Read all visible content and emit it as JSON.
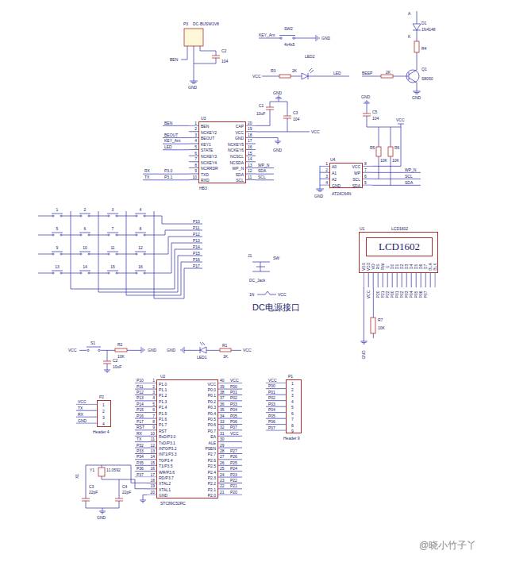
{
  "diagram": {
    "nodes": [
      {
        "text": [
          "U3",
          "BEN",
          "NCKEY2",
          "BEOUT",
          "KEY1",
          "STATE",
          "NCKEY3",
          "NCKEY4",
          "NCRRDR",
          "TXD",
          "RXD",
          "CAP",
          "VCC",
          "GND",
          "NCKEY5",
          "NCKEY6",
          "NCSCL",
          "NCSDA",
          "WP_N",
          "SDA",
          "SCL",
          "HB3"
        ]
      },
      {
        "text": [
          "U4",
          "A0",
          "A1",
          "A2",
          "GND",
          "VCC",
          "WP",
          "SCL",
          "SDA",
          "AT24C64N"
        ]
      },
      {
        "text": [
          "U1",
          "LCD1602"
        ]
      },
      {
        "text": [
          "LCD1602"
        ],
        "in": 2
      },
      {
        "text": [
          "U2",
          "P1.0",
          "P1.1",
          "P1.2",
          "P1.3",
          "P1.4",
          "P1.5",
          "P1.6",
          "P1.7",
          "RST",
          "RxD/P3.0",
          "TxD/P3.1",
          "INT0/P3.2",
          "INT1/P3.3",
          "T0/P3.4",
          "T1/P3.5",
          "WR/P3.6",
          "RD/P3.7",
          "XTAL2",
          "XTAL1",
          "GND",
          "VCC",
          "P0.0",
          "P0.1",
          "P0.2",
          "P0.3",
          "P0.4",
          "P0.5",
          "P0.6",
          "P0.7",
          "EA",
          "ALE",
          "PSEN",
          "P2.7",
          "P2.6",
          "P2.5",
          "P2.4",
          "P2.3",
          "P2.2",
          "P2.1",
          "P2.0",
          "STC89C52RC"
        ]
      },
      {
        "text": [
          "P1",
          "1",
          "2",
          "3",
          "4",
          "5",
          "6",
          "7",
          "8",
          "9",
          "Header 9"
        ]
      },
      {
        "text": [
          "P2",
          "1",
          "2",
          "3",
          "4",
          "Header 4"
        ]
      }
    ],
    "labels": [
      "P3",
      "DC-BUSW1V8",
      "BEN",
      "C2",
      "104",
      "GND",
      "KEY_Ant",
      "SW2",
      "4x4x5",
      "GND",
      "VCC",
      "R3",
      "2K",
      "LED2",
      "LED",
      "A",
      "D1",
      "1N4148",
      "K",
      "R4",
      "BEEP",
      "2K",
      "Q1",
      "S8050",
      "GND",
      "BEN",
      "BEOUT",
      "KEY_Ant",
      "LED",
      "RX",
      "P3.0",
      "TX",
      "P3.1",
      "1",
      "2",
      "3",
      "4",
      "5",
      "6",
      "7",
      "8",
      "9",
      "10",
      "20",
      "19",
      "18",
      "17",
      "16",
      "15",
      "14",
      "13",
      "12",
      "11",
      "GND",
      "C1",
      "10uF",
      "C3",
      "104",
      "VCC",
      "GND",
      "WP_N",
      "SDA",
      "SCL",
      "1",
      "2",
      "3",
      "4",
      "8",
      "7",
      "6",
      "5",
      "GND",
      "GND",
      "C5",
      "104",
      "VCC",
      "R5",
      "10K",
      "R6",
      "10K",
      "WP_N",
      "SCL",
      "SDA",
      "1",
      "2",
      "3",
      "4",
      "5",
      "6",
      "7",
      "8",
      "9",
      "10",
      "11",
      "12",
      "13",
      "14",
      "15",
      "16",
      "P10",
      "P11",
      "P12",
      "P13",
      "P14",
      "P15",
      "P16",
      "P17",
      "J1",
      "SW",
      "DC_Jack",
      "1N",
      "VCC",
      "DC电源接口",
      "VSS",
      "VDD",
      "VO",
      "RS",
      "RW",
      "E",
      "D0",
      "D1",
      "D2",
      "D3",
      "D4",
      "D5",
      "D6",
      "D7",
      "BLA",
      "BLK",
      "VCC",
      "P20",
      "P21",
      "P22",
      "P00",
      "P01",
      "P02",
      "P03",
      "P04",
      "P05",
      "P06",
      "P07",
      "GND",
      "R7",
      "10K",
      "VCC",
      "S1",
      "R2",
      "10K",
      "GND",
      "C2",
      "10uF",
      "GND",
      "LED1",
      "R1",
      "1K",
      "VCC",
      "1",
      "2",
      "3",
      "4",
      "5",
      "6",
      "7",
      "8",
      "9",
      "10",
      "11",
      "12",
      "13",
      "14",
      "15",
      "16",
      "17",
      "18",
      "19",
      "20",
      "40",
      "39",
      "38",
      "37",
      "36",
      "35",
      "34",
      "33",
      "32",
      "31",
      "30",
      "29",
      "28",
      "27",
      "26",
      "25",
      "24",
      "23",
      "22",
      "21",
      "P10",
      "P11",
      "P12",
      "P13",
      "P14",
      "P15",
      "P16",
      "P17",
      "RST",
      "RX",
      "TX",
      "P32",
      "P33",
      "P34",
      "P35",
      "P36",
      "P37",
      "VCC",
      "P00",
      "P01",
      "P02",
      "P03",
      "P04",
      "P05",
      "P06",
      "P07",
      "VCC",
      "P27",
      "P26",
      "P25",
      "P24",
      "P23",
      "P22",
      "P21",
      "P20",
      "X1",
      "11.0592",
      "Y1",
      "C3",
      "22pF",
      "C4",
      "22pF",
      "GND",
      "VCC",
      "TX",
      "RX",
      "GND",
      "VCC",
      "P00",
      "P01",
      "P02",
      "P03",
      "P04",
      "P05",
      "P06",
      "P07",
      "@晓小竹子丫"
    ]
  }
}
